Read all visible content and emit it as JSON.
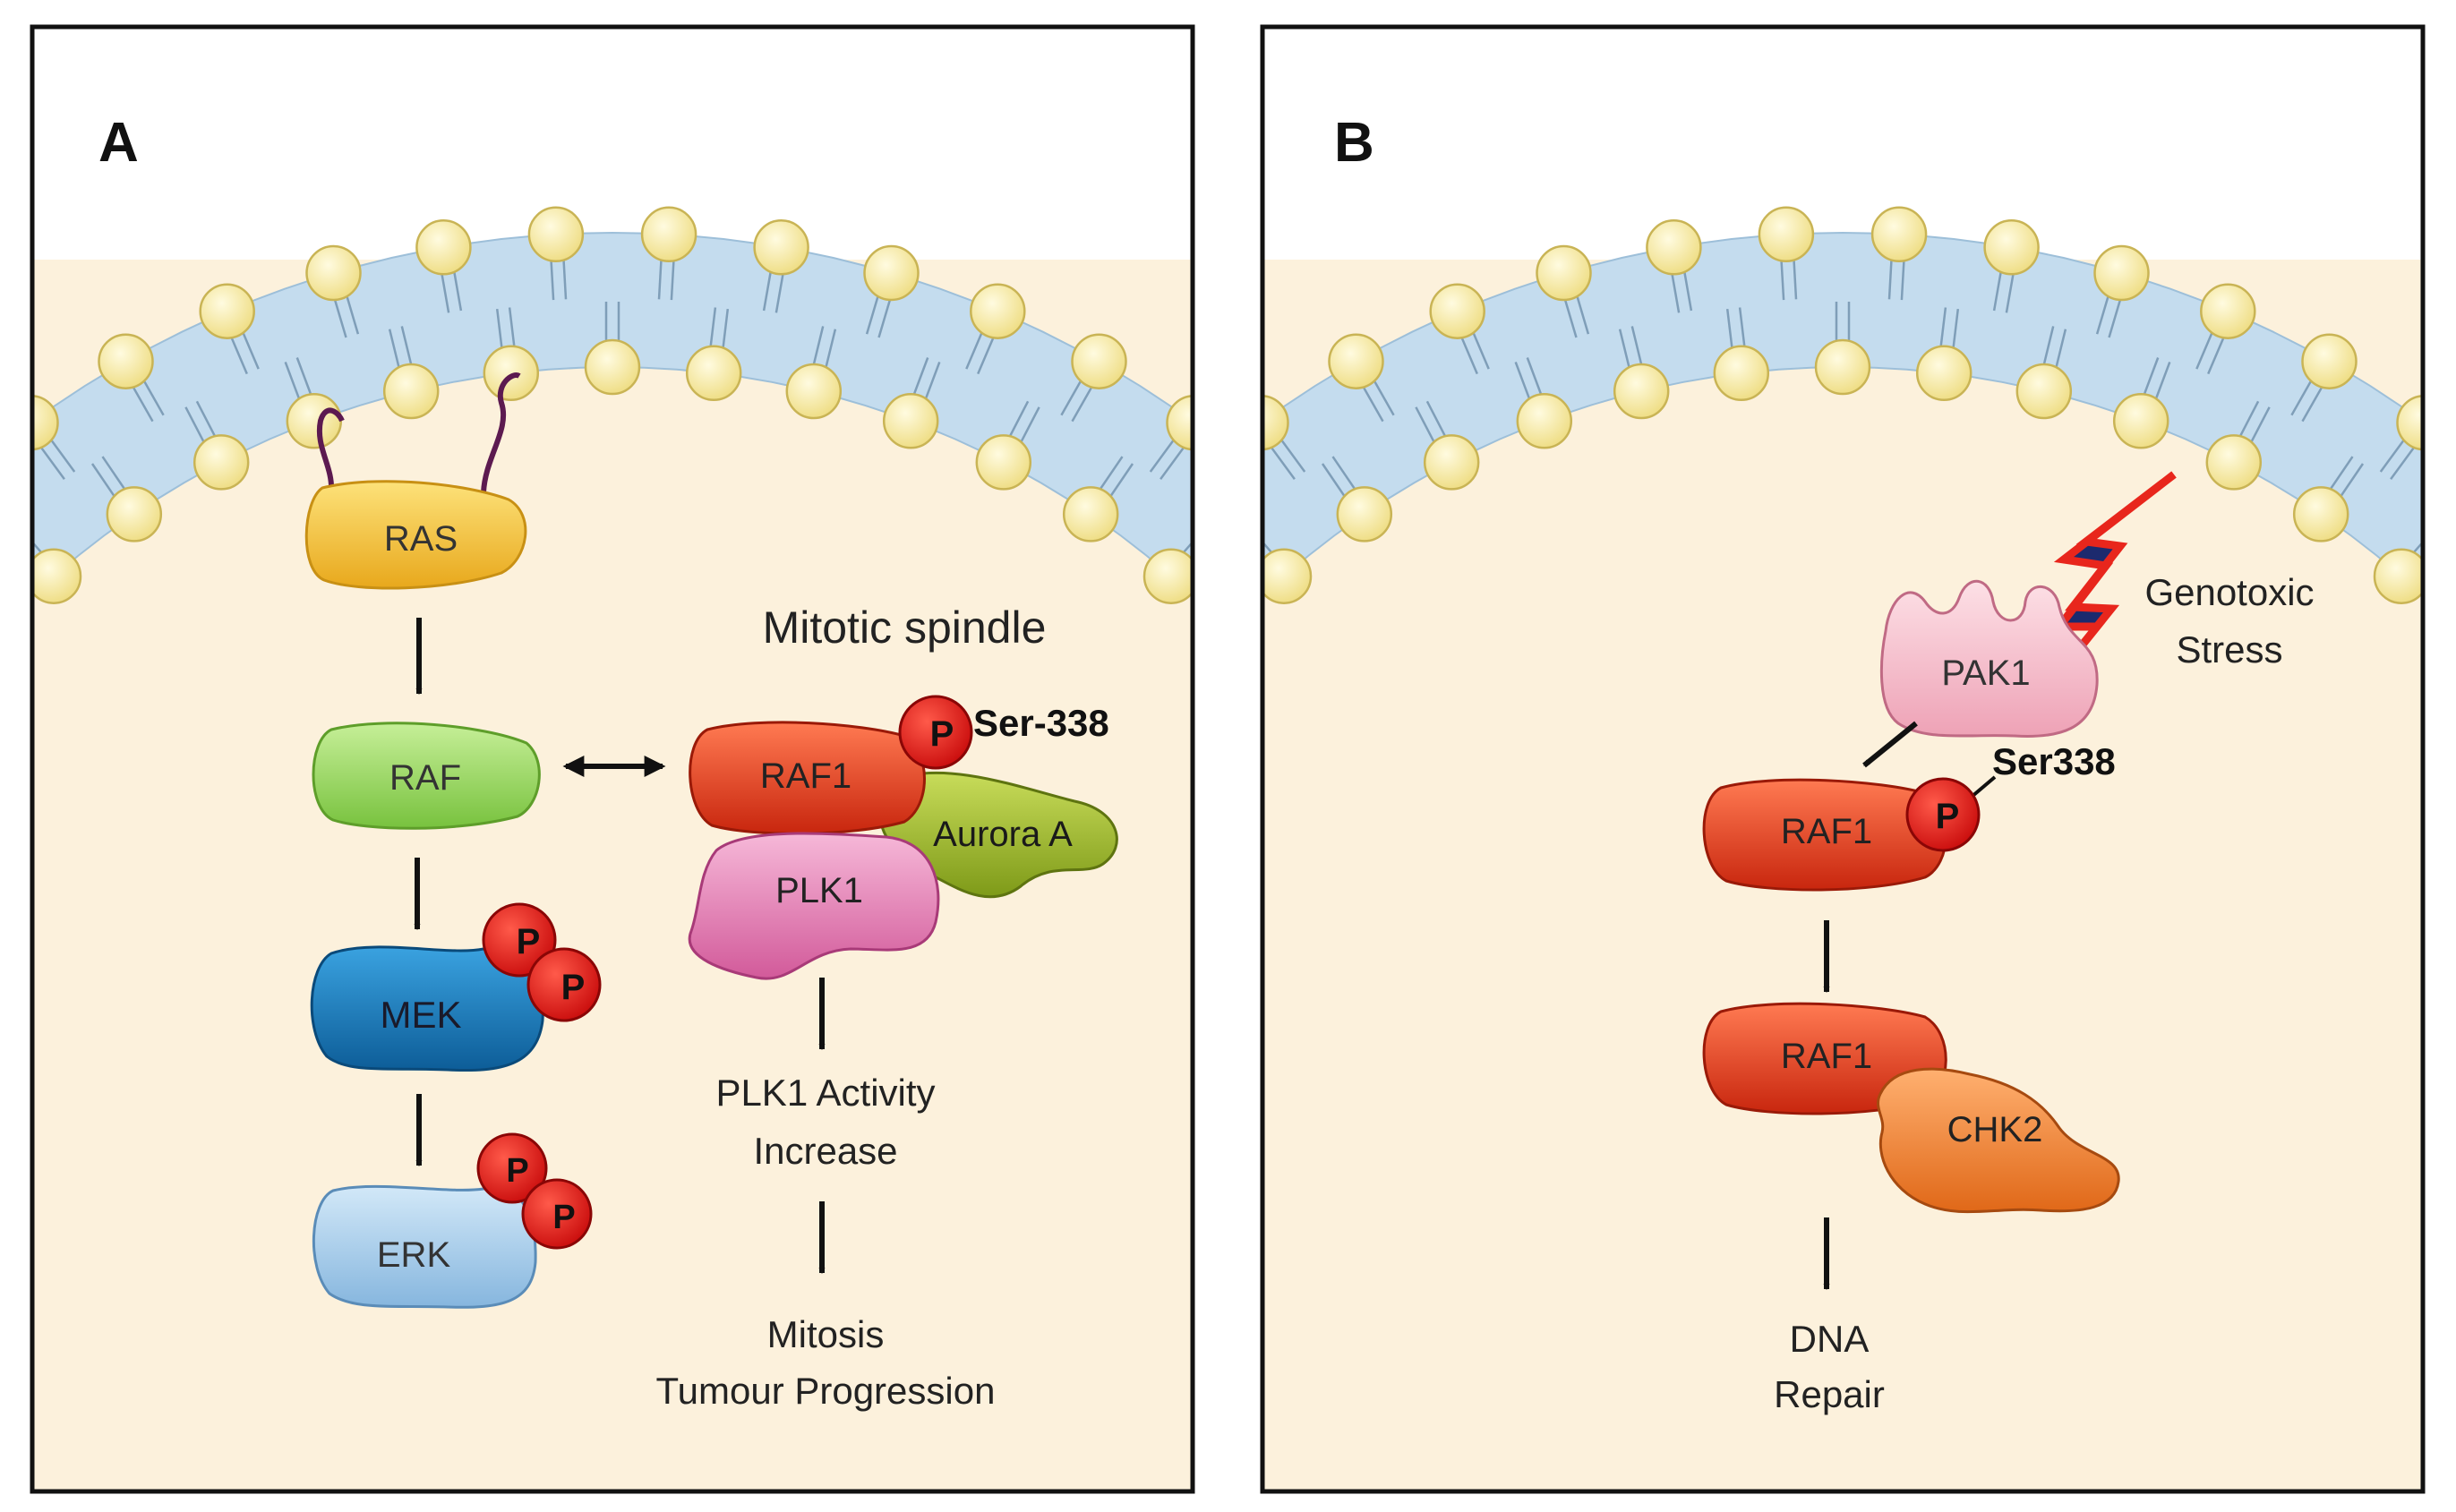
{
  "panel_a": {
    "letter": "A",
    "ras": "RAS",
    "raf": "RAF",
    "mek": "MEK",
    "erk": "ERK",
    "phospho": "P",
    "spindle_label": "Mitotic spindle",
    "raf1": "RAF1",
    "ser_label": "Ser-338",
    "aurora": "Aurora A",
    "plk1": "PLK1",
    "outcome1_line1": "PLK1 Activity",
    "outcome1_line2": "Increase",
    "outcome2_line1": "Mitosis",
    "outcome2_line2": "Tumour Progression"
  },
  "panel_b": {
    "letter": "B",
    "stress_line1": "Genotoxic",
    "stress_line2": "Stress",
    "pak1": "PAK1",
    "ser_label": "Ser338",
    "raf1_top": "RAF1",
    "phospho": "P",
    "raf1_bottom": "RAF1",
    "chk2": "CHK2",
    "outcome_line1": "DNA",
    "outcome_line2": "Repair"
  },
  "colors": {
    "cytoplasm": "#fcf1dc",
    "membrane": "#c4dcee",
    "lipid_head": "#f8eba0",
    "ras": "#f2c43c",
    "raf": "#9ed86a",
    "mek": "#1f86c7",
    "erk": "#a8d0ef",
    "raf1": "#ec4122",
    "aurora": "#a6bf2a",
    "plk1": "#ea8cbd",
    "phospho": "#dd1111",
    "pak1": "#f8c8d3",
    "chk2": "#f2883c",
    "bolt_fill": "#1c2a6e",
    "bolt_edge": "#e8261c"
  }
}
